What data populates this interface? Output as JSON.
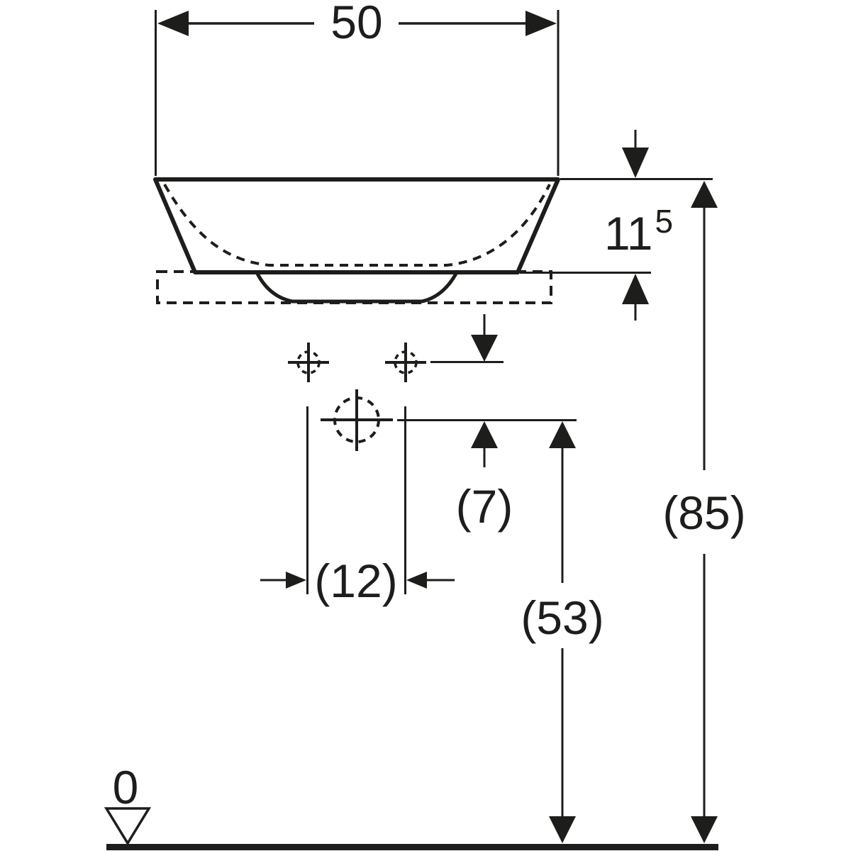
{
  "colors": {
    "line": "#1d1d1b",
    "background": "#ffffff"
  },
  "drawing": {
    "type": "technical-elevation-drawing",
    "subject": "countertop-washbasin-front-elevation-with-dimensions"
  },
  "dimensions": {
    "width_top": {
      "label": "50"
    },
    "basin_height": {
      "label_main": "11",
      "label_sup": "5"
    },
    "tap_to_drain_offset": {
      "label": "(7)"
    },
    "tap_hole_spacing": {
      "label": "(12)"
    },
    "drain_level_height": {
      "label": "(53)"
    },
    "overall_height": {
      "label": "(85)"
    },
    "datum_level": {
      "label": "0"
    }
  },
  "icons": {
    "tap_hole": "dashed-circle-crosshair",
    "drain_hole": "dashed-circle-crosshair-large",
    "datum_marker": "hollow-triangle-down"
  }
}
